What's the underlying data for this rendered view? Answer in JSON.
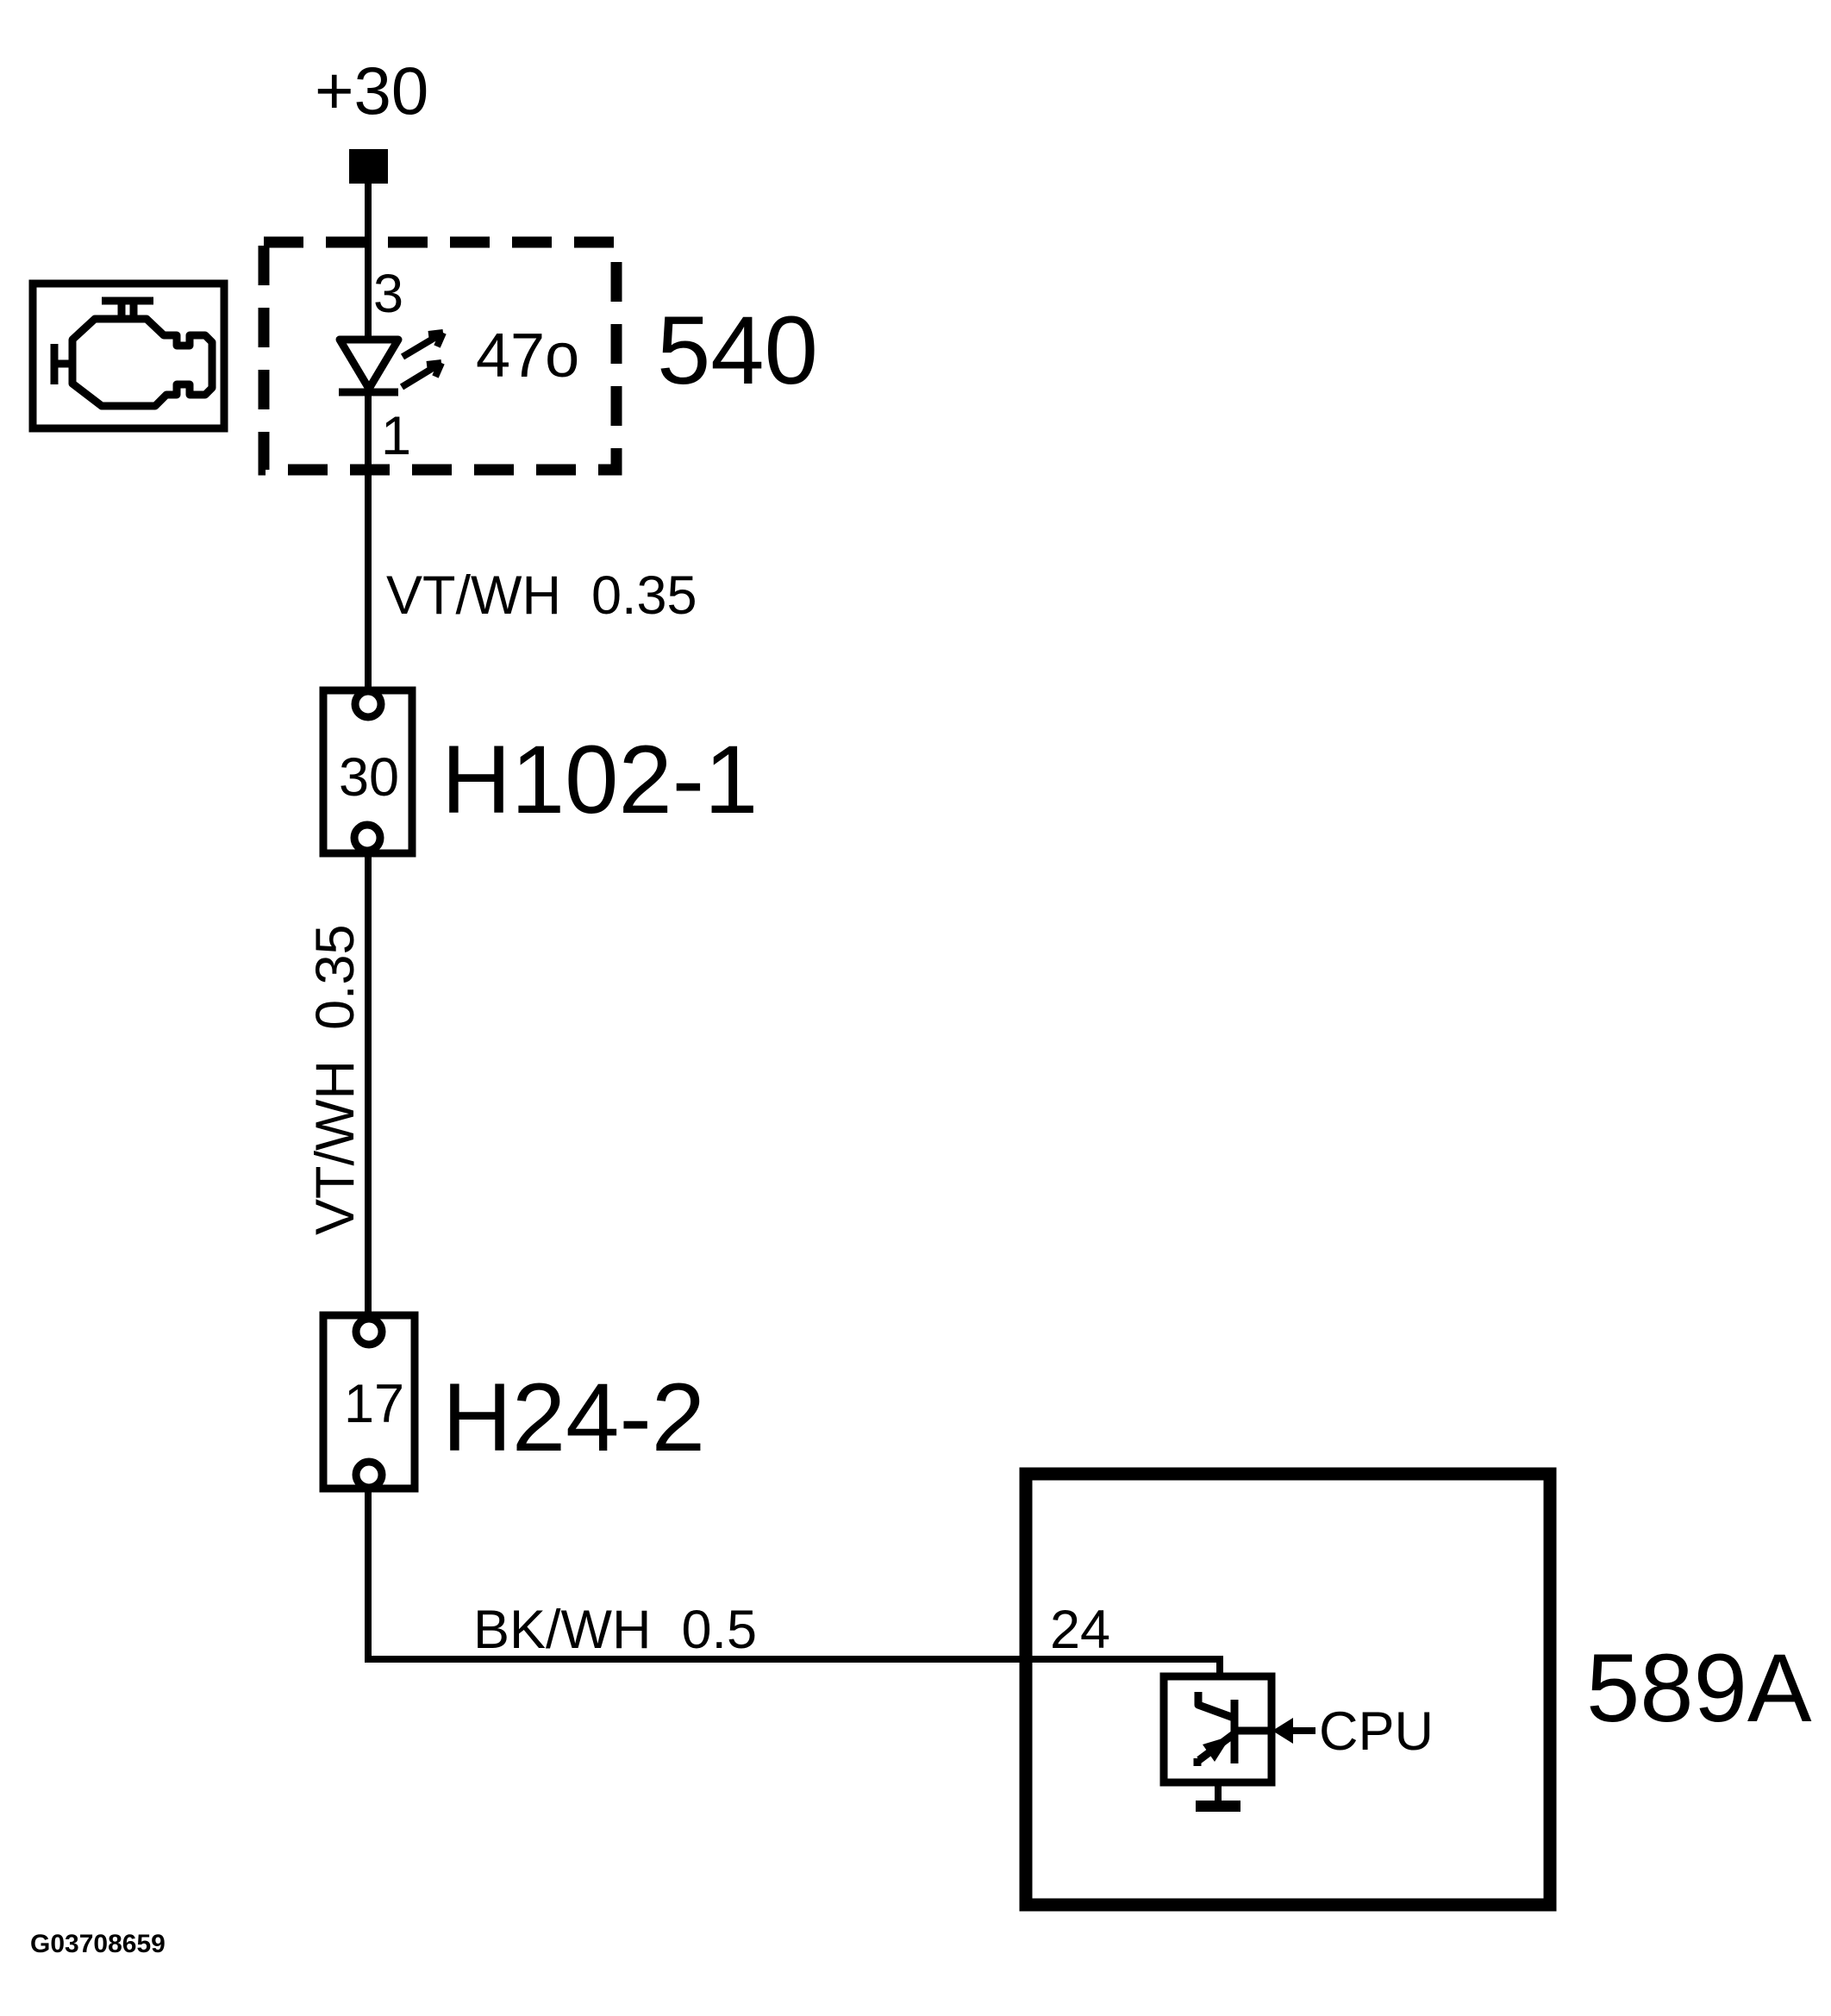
{
  "colors": {
    "ink": "#000000",
    "paper": "#ffffff"
  },
  "power": {
    "label": "+30"
  },
  "lamp_unit": {
    "id": "540",
    "pin_in": "3",
    "pin_out": "1",
    "bulb": "47o"
  },
  "wires": {
    "top": "VT/WH  0.35",
    "middle": "VT/WH  0.35",
    "bottom": "BK/WH  0.5"
  },
  "connectors": {
    "c1": {
      "pin": "30",
      "id": "H102-1"
    },
    "c2": {
      "pin": "17",
      "id": "H24-2"
    }
  },
  "ecu": {
    "id": "589A",
    "pin": "24",
    "cpu": "CPU"
  },
  "footer": {
    "figure_id": "G03708659"
  }
}
